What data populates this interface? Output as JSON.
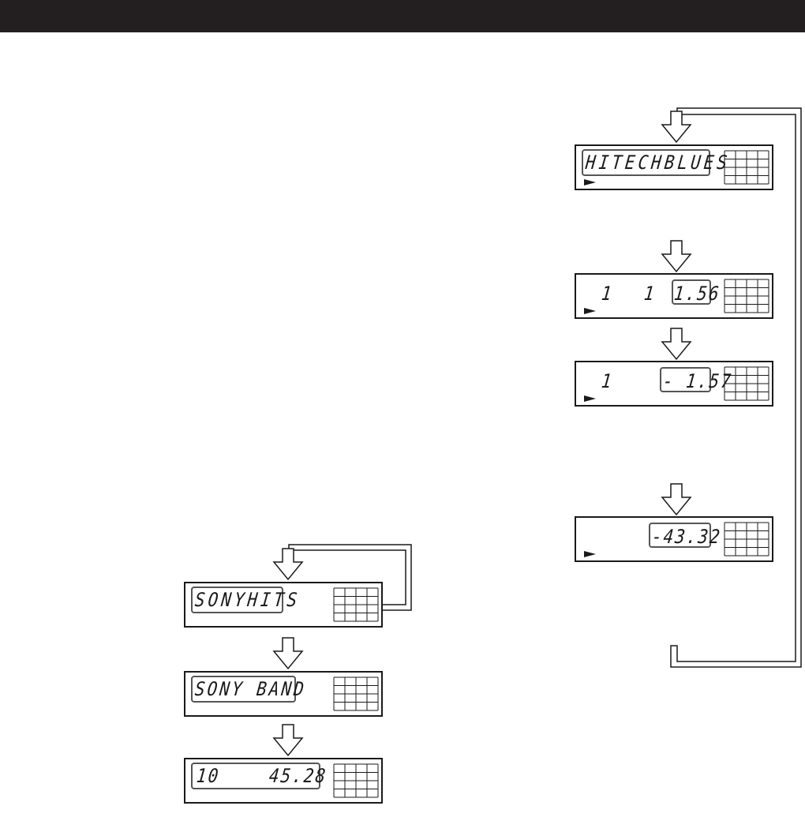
{
  "right_sequence": {
    "displays": [
      {
        "id": "hitech-blues",
        "segments": [
          "HITECHBLUES"
        ]
      },
      {
        "id": "track-time-1",
        "segments": [
          "1",
          "1",
          "1.56"
        ]
      },
      {
        "id": "track-remain",
        "segments": [
          "1",
          "- 1.57"
        ]
      },
      {
        "id": "disc-remain",
        "segments": [
          "-43.32"
        ]
      }
    ]
  },
  "left_sequence": {
    "displays": [
      {
        "id": "sony-hits",
        "segments": [
          "SONYHITS"
        ]
      },
      {
        "id": "sony-band",
        "segments": [
          "SONY BAND"
        ]
      },
      {
        "id": "disc-total",
        "segments": [
          "10",
          "45.28"
        ]
      }
    ]
  },
  "colors": {
    "header": "#231f20",
    "ink": "#1a1a1a",
    "highlight": "#555555"
  },
  "icons": {
    "flow": "down-arrow-icon",
    "play": "play-indicator-icon",
    "calendar": "music-calendar-grid-icon"
  }
}
